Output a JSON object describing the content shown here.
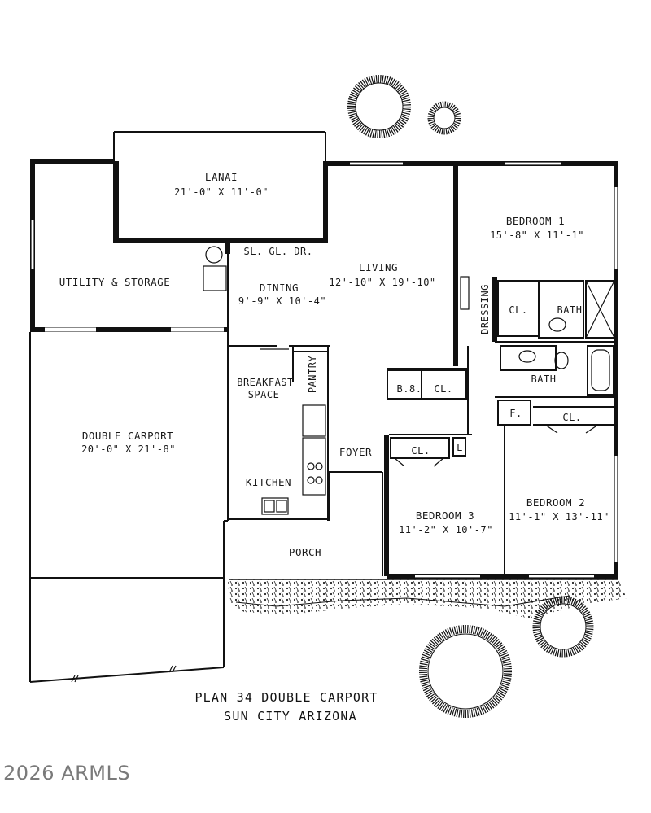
{
  "rooms": {
    "lanai": {
      "name": "LANAI",
      "dims": "21'-0\" X 11'-0\""
    },
    "utility": {
      "name": "UTILITY & STORAGE"
    },
    "sliding_door": {
      "name": "SL. GL. DR."
    },
    "living": {
      "name": "LIVING",
      "dims": "12'-10\" X 19'-10\""
    },
    "dining": {
      "name": "DINING",
      "dims": "9'-9\" X 10'-4\""
    },
    "bedroom1": {
      "name": "BEDROOM 1",
      "dims": "15'-8\" X 11'-1\""
    },
    "dressing": {
      "name": "DRESSING"
    },
    "cl_master": {
      "name": "CL."
    },
    "bath_master": {
      "name": "BATH"
    },
    "bath_hall": {
      "name": "BATH"
    },
    "breakfast": {
      "name_line1": "BREAKFAST",
      "name_line2": "SPACE"
    },
    "pantry": {
      "name": "PANTRY"
    },
    "bs": {
      "name": "B.8."
    },
    "cl_bs": {
      "name": "CL."
    },
    "f": {
      "name": "F."
    },
    "cl_bed2": {
      "name": "CL."
    },
    "carport": {
      "name": "DOUBLE CARPORT",
      "dims": "20'-0\" X 21'-8\""
    },
    "foyer": {
      "name": "FOYER"
    },
    "cl_bed3": {
      "name": "CL."
    },
    "l_box": {
      "name": "L"
    },
    "kitchen": {
      "name": "KITCHEN"
    },
    "bedroom3": {
      "name": "BEDROOM 3",
      "dims": "11'-2\" X 10'-7\""
    },
    "bedroom2": {
      "name": "BEDROOM 2",
      "dims": "11'-1\" X 13'-11\""
    },
    "porch": {
      "name": "PORCH"
    }
  },
  "caption": {
    "line1": "PLAN 34 DOUBLE CARPORT",
    "line2": "SUN CITY ARIZONA"
  },
  "watermark": "2026 ARMLS",
  "colors": {
    "ink": "#111111",
    "paper": "#ffffff",
    "watermark": "#7a7a7a"
  }
}
